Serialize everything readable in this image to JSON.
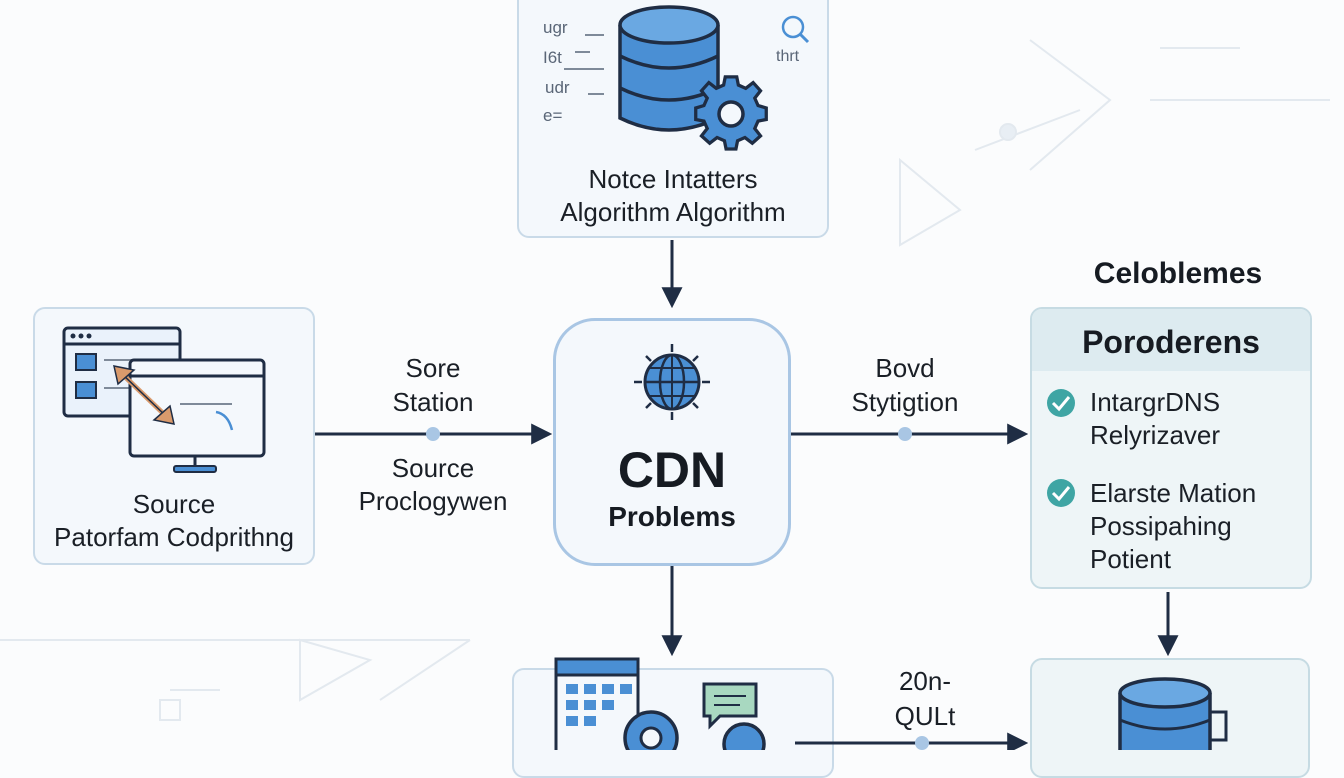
{
  "top_box": {
    "side_labels": [
      "ugr",
      "I6t",
      "udr",
      "e="
    ],
    "right_label": "thrt",
    "title_line1": "Notce Intatters",
    "title_line2": "Algorithm Algorithm"
  },
  "source_box": {
    "title_line1": "Source",
    "title_line2": "Patorfam Codprithng"
  },
  "center_node": {
    "title": "CDN",
    "subtitle": "Problems"
  },
  "left_edge": {
    "label_top_line1": "Sore",
    "label_top_line2": "Station",
    "label_bottom_line1": "Source",
    "label_bottom_line2": "Proclogywen"
  },
  "right_edge": {
    "label_line1": "Bovd",
    "label_line2": "Stytigtion"
  },
  "right_panel": {
    "outer_title": "Celoblemes",
    "header": "Poroderens",
    "items": [
      {
        "line1": "IntargrDNS",
        "line2": "Relyrizaver"
      },
      {
        "line1": "Elarste Mation",
        "line2": "Possipahing",
        "line3": "Potient"
      }
    ]
  },
  "bottom_edge": {
    "label_line1": "20n-",
    "label_line2": "QULt"
  },
  "colors": {
    "accent_blue": "#4a8fd4",
    "node_border": "#a9c6e4",
    "arrow": "#1f2d44",
    "check_teal": "#3fa5a4",
    "panel_bg": "#eef5f7"
  }
}
